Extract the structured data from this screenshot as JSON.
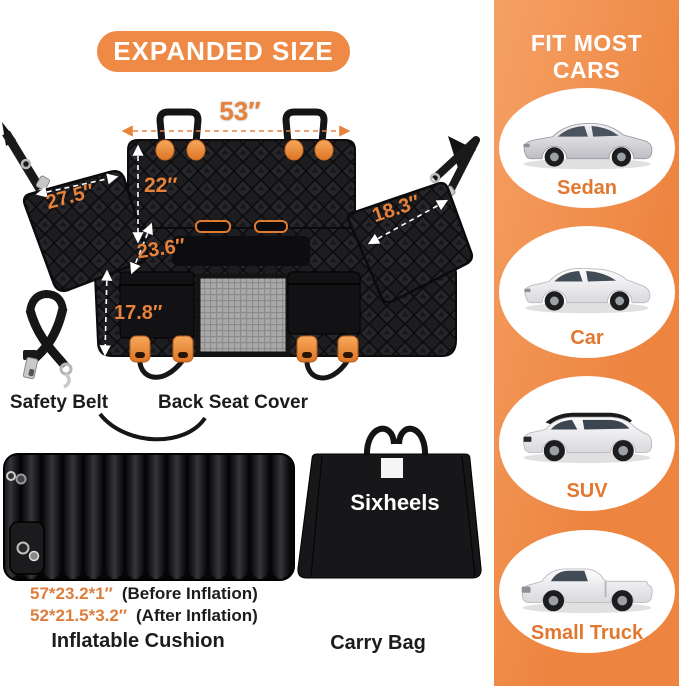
{
  "colors": {
    "accent": "#EE8A45",
    "accent-deep": "#ED8440",
    "accent-light": "#F5A164",
    "measure": "#E8823B",
    "car-label": "#E2782F",
    "dim-orange": "#DE7E3C",
    "text-dark": "#1c1c1c"
  },
  "header": {
    "badge": "EXPANDED SIZE"
  },
  "diagram": {
    "measurements": {
      "top_width": "53″",
      "backrest_height": "22″",
      "left_flap": "27.5″",
      "right_flap": "18.3″",
      "seat_depth": "23.6″",
      "front_height": "17.8″"
    },
    "labels": {
      "safety_belt": "Safety Belt",
      "back_seat_cover": "Back Seat Cover"
    }
  },
  "cushion": {
    "before_size": "57*23.2*1″",
    "before_note": "(Before Inflation)",
    "after_size": "52*21.5*3.2″",
    "after_note": "(After Inflation)",
    "label": "Inflatable Cushion"
  },
  "bag": {
    "brand": "Sixheels",
    "label": "Carry Bag"
  },
  "sidebar": {
    "title": "FIT MOST CARS",
    "cars": [
      {
        "type": "sedan",
        "label": "Sedan"
      },
      {
        "type": "hatchback",
        "label": "Car"
      },
      {
        "type": "suv",
        "label": "SUV"
      },
      {
        "type": "pickup",
        "label": "Small Truck"
      }
    ]
  }
}
